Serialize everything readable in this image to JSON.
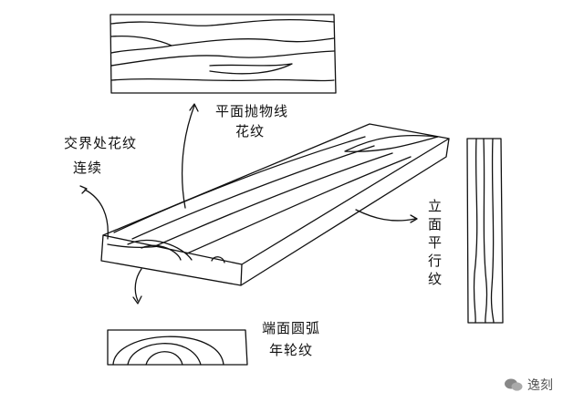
{
  "labels": {
    "flat_sawn_top": "平面抛物线",
    "flat_sawn_bottom": "花纹",
    "junction_top": "交界处花纹",
    "junction_bottom": "连续",
    "side_face": "立面平行纹",
    "end_top": "端面圆弧",
    "end_bottom": "年轮纹"
  },
  "watermark": {
    "text": "逸刻",
    "icon": "wechat-icon"
  },
  "colors": {
    "ink": "#111111",
    "background": "#ffffff"
  }
}
